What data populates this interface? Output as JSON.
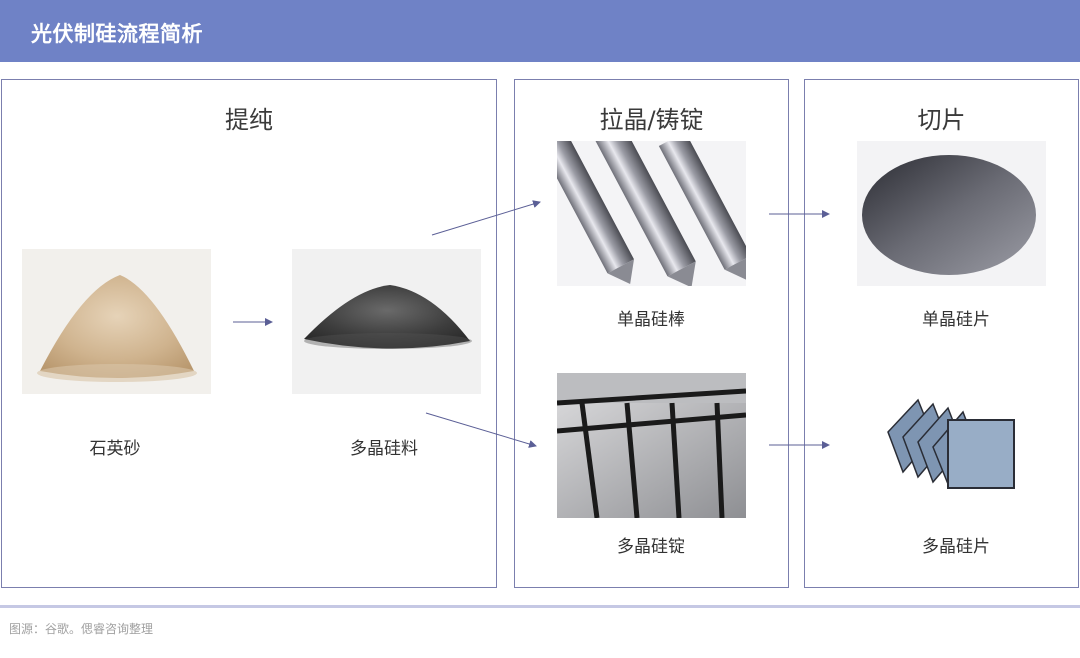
{
  "header": {
    "title": "光伏制硅流程简析"
  },
  "panels": {
    "purify": {
      "title": "提纯"
    },
    "crystal": {
      "title": "拉晶/铸锭"
    },
    "slice": {
      "title": "切片"
    }
  },
  "items": {
    "quartz_sand": "石英砂",
    "poly_feedstock": "多晶硅料",
    "mono_rod": "单晶硅棒",
    "poly_ingot": "多晶硅锭",
    "mono_wafer": "单晶硅片",
    "poly_wafer": "多晶硅片"
  },
  "footer": {
    "source": "图源：谷歌。偲睿咨询整理"
  },
  "colors": {
    "header_bg": "#6f82c6",
    "panel_border": "#7b7fae",
    "arrow": "#5b5f96"
  }
}
